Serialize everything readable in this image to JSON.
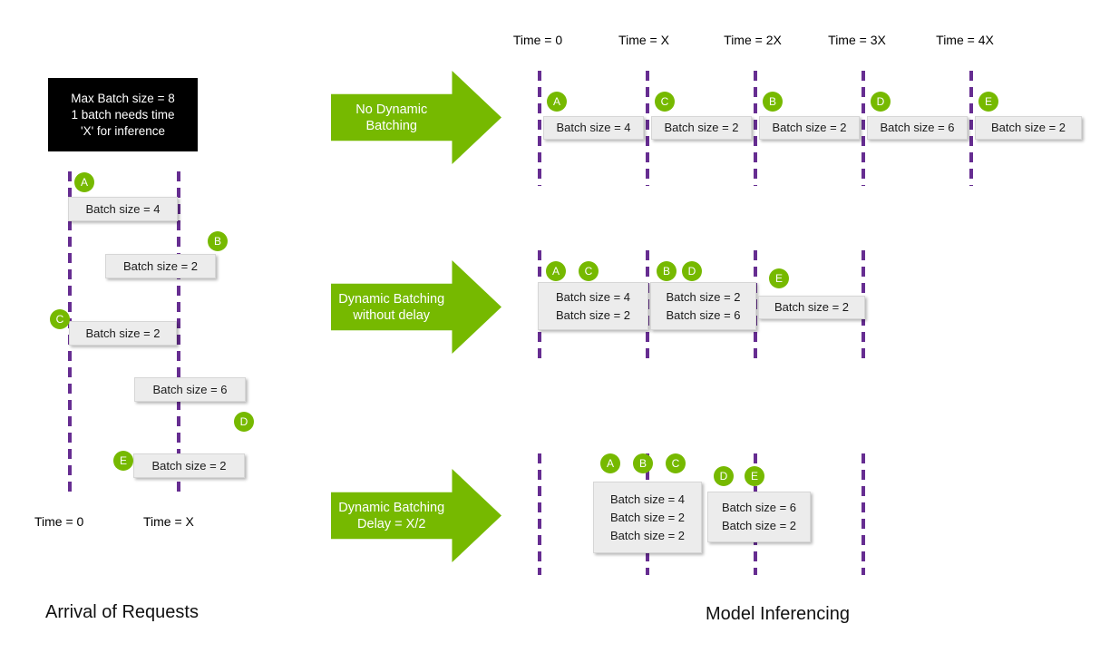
{
  "page": {
    "left_title": "Arrival of Requests",
    "right_title": "Model Inferencing"
  },
  "colors": {
    "accent_green": "#76B900",
    "timeline_purple": "#662D91",
    "batch_box_bg": "#ECECEC",
    "info_box_bg": "#000000"
  },
  "info_box": {
    "line1": "Max Batch size = 8",
    "line2": "1 batch needs time",
    "line3": "'X' for inference"
  },
  "left_timeline": {
    "time_labels": {
      "t0": "Time = 0",
      "t1": "Time = X"
    },
    "requests": [
      {
        "id": "A",
        "label": "Batch size = 4"
      },
      {
        "id": "B",
        "label": "Batch size = 2"
      },
      {
        "id": "C",
        "label": "Batch size = 2"
      },
      {
        "id": "D",
        "label": "Batch size = 6"
      },
      {
        "id": "E",
        "label": "Batch size = 2"
      }
    ]
  },
  "right_timeline": {
    "time_labels": [
      "Time = 0",
      "Time = X",
      "Time = 2X",
      "Time = 3X",
      "Time = 4X"
    ],
    "rows": [
      {
        "arrow": {
          "line1": "No Dynamic",
          "line2": "Batching"
        },
        "batches": [
          {
            "circles": [
              "A"
            ],
            "lines": [
              "Batch size = 4"
            ]
          },
          {
            "circles": [
              "C"
            ],
            "lines": [
              "Batch size = 2"
            ]
          },
          {
            "circles": [
              "B"
            ],
            "lines": [
              "Batch size = 2"
            ]
          },
          {
            "circles": [
              "D"
            ],
            "lines": [
              "Batch size = 6"
            ]
          },
          {
            "circles": [
              "E"
            ],
            "lines": [
              "Batch size = 2"
            ]
          }
        ]
      },
      {
        "arrow": {
          "line1": "Dynamic Batching",
          "line2": "without delay"
        },
        "batches": [
          {
            "circles": [
              "A",
              "C"
            ],
            "lines": [
              "Batch size = 4",
              "Batch size = 2"
            ]
          },
          {
            "circles": [
              "B",
              "D"
            ],
            "lines": [
              "Batch size = 2",
              "Batch size = 6"
            ]
          },
          {
            "circles": [
              "E"
            ],
            "lines": [
              "Batch size = 2"
            ]
          }
        ]
      },
      {
        "arrow": {
          "line1": "Dynamic Batching",
          "line2": "Delay = X/2"
        },
        "batches": [
          {
            "circles": [
              "A",
              "B",
              "C"
            ],
            "lines": [
              "Batch size = 4",
              "Batch size = 2",
              "Batch size = 2"
            ]
          },
          {
            "circles": [
              "D",
              "E"
            ],
            "lines": [
              "Batch size = 6",
              "Batch size = 2"
            ]
          }
        ]
      }
    ]
  }
}
